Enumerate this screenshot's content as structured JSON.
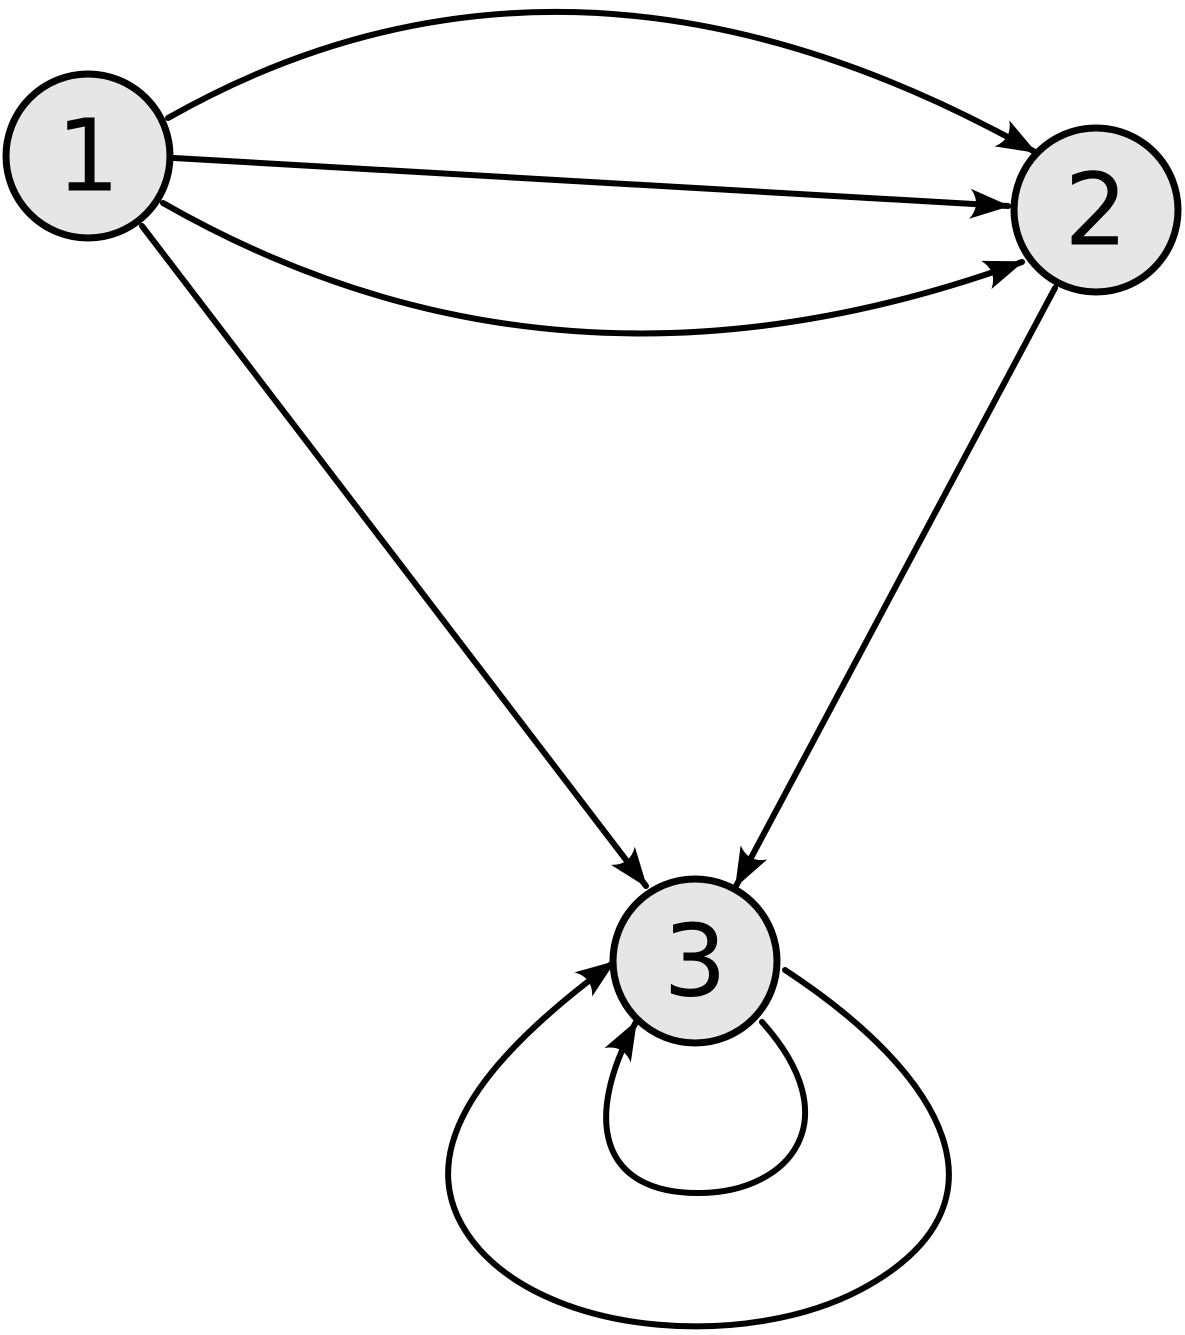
{
  "diagram": {
    "type": "directed-multigraph",
    "node_fill": "#e6e6e6",
    "stroke_color": "#000000",
    "background": "#ffffff",
    "nodes": [
      {
        "id": "1",
        "label": "1"
      },
      {
        "id": "2",
        "label": "2"
      },
      {
        "id": "3",
        "label": "3"
      }
    ],
    "edges": [
      {
        "from": "1",
        "to": "2"
      },
      {
        "from": "1",
        "to": "2"
      },
      {
        "from": "1",
        "to": "2"
      },
      {
        "from": "1",
        "to": "3"
      },
      {
        "from": "2",
        "to": "3"
      },
      {
        "from": "3",
        "to": "3"
      },
      {
        "from": "3",
        "to": "3"
      }
    ]
  }
}
